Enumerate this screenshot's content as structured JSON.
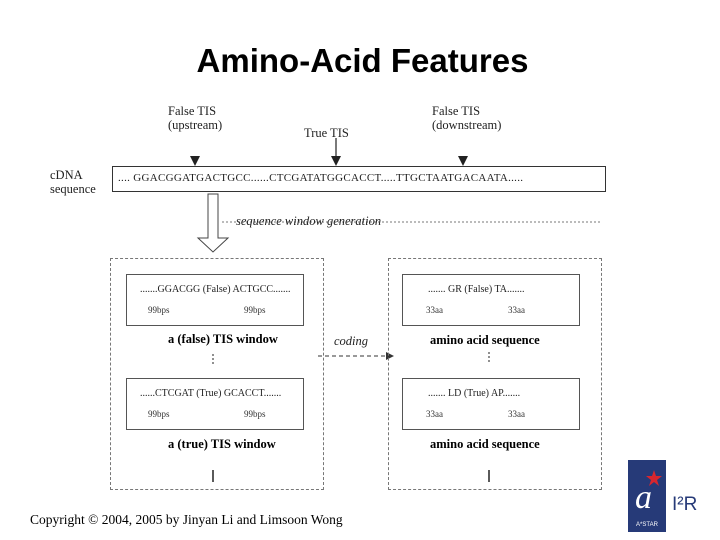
{
  "title": "Amino-Acid Features",
  "labels": {
    "false_tis_up_1": "False TIS",
    "false_tis_up_2": "(upstream)",
    "true_tis": "True TIS",
    "false_tis_down_1": "False TIS",
    "false_tis_down_2": "(downstream)",
    "cdna_1": "cDNA",
    "cdna_2": "sequence",
    "sequence": ".... GGACGGATGACTGCC......CTCGATATGGCACCT.....TTGCTAATGACAATA.....",
    "window_gen": "sequence window generation",
    "coding": "coding"
  },
  "left_panel": {
    "false_window": ".......GGACGG (False) ACTGCC.......",
    "false_bp_left": "99bps",
    "false_bp_right": "99bps",
    "false_caption": "a (false) TIS window",
    "true_window": "......CTCGAT (True) GCACCT.......",
    "true_bp_left": "99bps",
    "true_bp_right": "99bps",
    "true_caption": "a (true) TIS window"
  },
  "right_panel": {
    "false_window": "....... GR (False) TA.......",
    "false_aa_left": "33aa",
    "false_aa_right": "33aa",
    "false_caption": "amino acid sequence",
    "true_window": "....... LD (True) AP.......",
    "true_aa_left": "33aa",
    "true_aa_right": "33aa",
    "true_caption": "amino acid sequence"
  },
  "footer": "Copyright © 2004, 2005 by Jinyan Li and Limsoon Wong",
  "logo": {
    "text": "I²R",
    "sub": "A*STAR",
    "color": "#263a78"
  }
}
